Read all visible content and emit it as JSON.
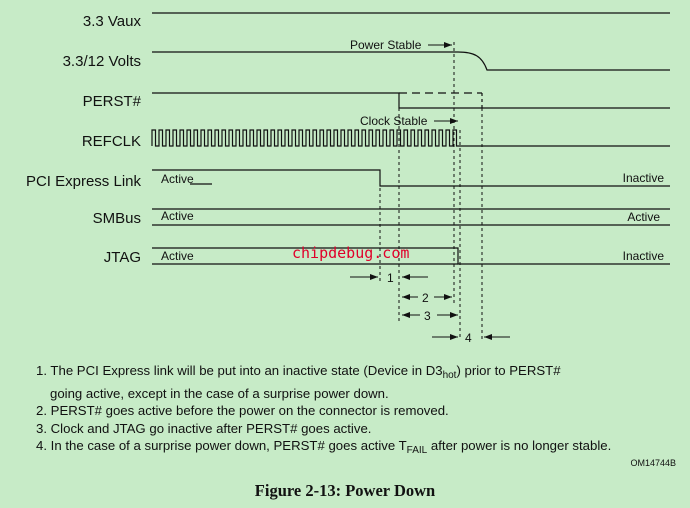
{
  "signals": [
    {
      "id": "vaux",
      "label": "3.3 Vaux"
    },
    {
      "id": "volts",
      "label": "3.3/12 Volts"
    },
    {
      "id": "perst",
      "label": "PERST#"
    },
    {
      "id": "refclk",
      "label": "REFCLK"
    },
    {
      "id": "pcie",
      "label": "PCI Express Link",
      "start_state": "Active",
      "end_state": "Inactive"
    },
    {
      "id": "smbus",
      "label": "SMBus",
      "start_state": "Active",
      "end_state": "Active"
    },
    {
      "id": "jtag",
      "label": "JTAG",
      "start_state": "Active",
      "end_state": "Inactive"
    }
  ],
  "annotations": {
    "power_stable": "Power Stable",
    "clock_stable": "Clock Stable"
  },
  "intervals": [
    "1",
    "2",
    "3",
    "4"
  ],
  "watermark": "chipdebug.com",
  "figure_id": "OM14744B",
  "notes": {
    "n1_a": "1. The PCI Express link will be put into an inactive state (Device in D3",
    "n1_sub": "hot",
    "n1_b": ") prior to PERST#",
    "n1_c": "going active, except in the case of a surprise power down.",
    "n2": "2. PERST# goes active before the power on the connector is removed.",
    "n3": "3. Clock and JTAG go inactive after PERST# goes active.",
    "n4_a": "4. In the case of a surprise power down, PERST# goes active T",
    "n4_sub": "FAIL",
    "n4_b": " after power is no longer stable."
  },
  "caption": "Figure 2-13:  Power Down"
}
